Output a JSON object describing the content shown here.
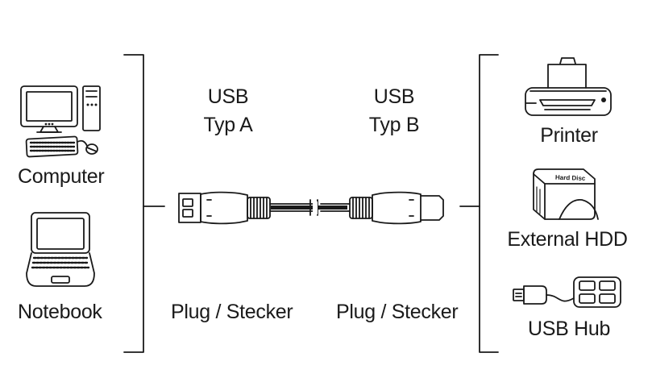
{
  "left_devices": [
    {
      "label": "Computer"
    },
    {
      "label": "Notebook"
    }
  ],
  "connector_a": {
    "line1": "USB",
    "line2": "Typ A",
    "type": "Plug / Stecker"
  },
  "connector_b": {
    "line1": "USB",
    "line2": "Typ B",
    "type": "Plug / Stecker"
  },
  "right_devices": [
    {
      "label": "Printer"
    },
    {
      "label": "External HDD",
      "badge": "Hard Disc"
    },
    {
      "label": "USB Hub"
    }
  ]
}
